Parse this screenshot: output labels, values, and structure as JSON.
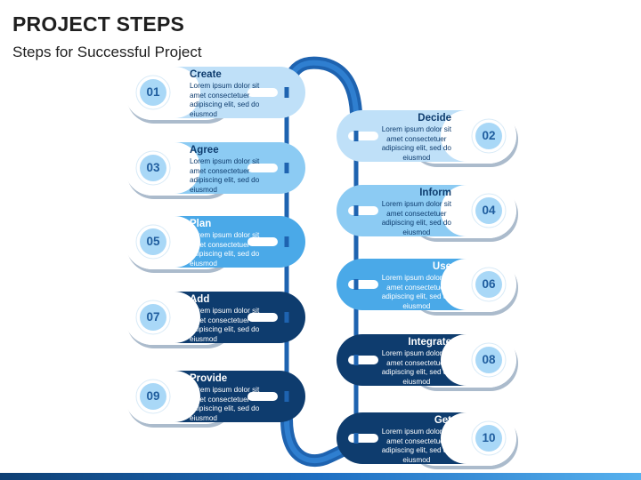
{
  "title": "PROJECT STEPS",
  "subtitle": "Steps for Successful Project",
  "description": "Lorem ipsum dolor sit amet consectetuer adipiscing elit, sed do eiusmod",
  "colors": {
    "lightest": "#bfe0f8",
    "light": "#8ccbf3",
    "medium": "#4aa9e8",
    "dark": "#1b5fa3",
    "darkest": "#0e3c6e",
    "ring": "#1e63b0",
    "badge": "#a9d8f7"
  },
  "steps": [
    {
      "number": "01",
      "title": "Create",
      "side": "left",
      "shade": "lightest"
    },
    {
      "number": "02",
      "title": "Decide",
      "side": "right",
      "shade": "lightest"
    },
    {
      "number": "03",
      "title": "Agree",
      "side": "left",
      "shade": "light"
    },
    {
      "number": "04",
      "title": "Inform",
      "side": "right",
      "shade": "light"
    },
    {
      "number": "05",
      "title": "Plan",
      "side": "left",
      "shade": "medium"
    },
    {
      "number": "06",
      "title": "Use",
      "side": "right",
      "shade": "medium"
    },
    {
      "number": "07",
      "title": "Add",
      "side": "left",
      "shade": "darkest"
    },
    {
      "number": "08",
      "title": "Integrate",
      "side": "right",
      "shade": "darkest"
    },
    {
      "number": "09",
      "title": "Provide",
      "side": "left",
      "shade": "darkest"
    },
    {
      "number": "10",
      "title": "Get",
      "side": "right",
      "shade": "darkest"
    }
  ]
}
